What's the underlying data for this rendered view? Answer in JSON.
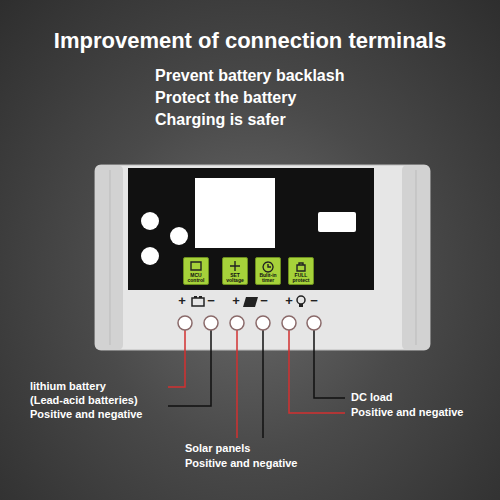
{
  "diagram": {
    "title": "Improvement of connection terminals",
    "nodes": [
      {
        "text": [
          "MCU control"
        ]
      },
      {
        "text": [
          "SET voltage"
        ]
      },
      {
        "text": [
          "Bulit-in timer"
        ]
      },
      {
        "text": [
          "FULL protect"
        ]
      }
    ],
    "labels": [
      "Prevent battery backlash",
      "Protect the battery",
      "Charging is safer",
      "+",
      "−",
      "+",
      "−",
      "+",
      "−",
      "lithium battery",
      "(Lead-acid batteries)",
      "Positive and negative",
      "Solar panels",
      "Positive and negative",
      "DC load",
      "Positive and negative"
    ]
  }
}
